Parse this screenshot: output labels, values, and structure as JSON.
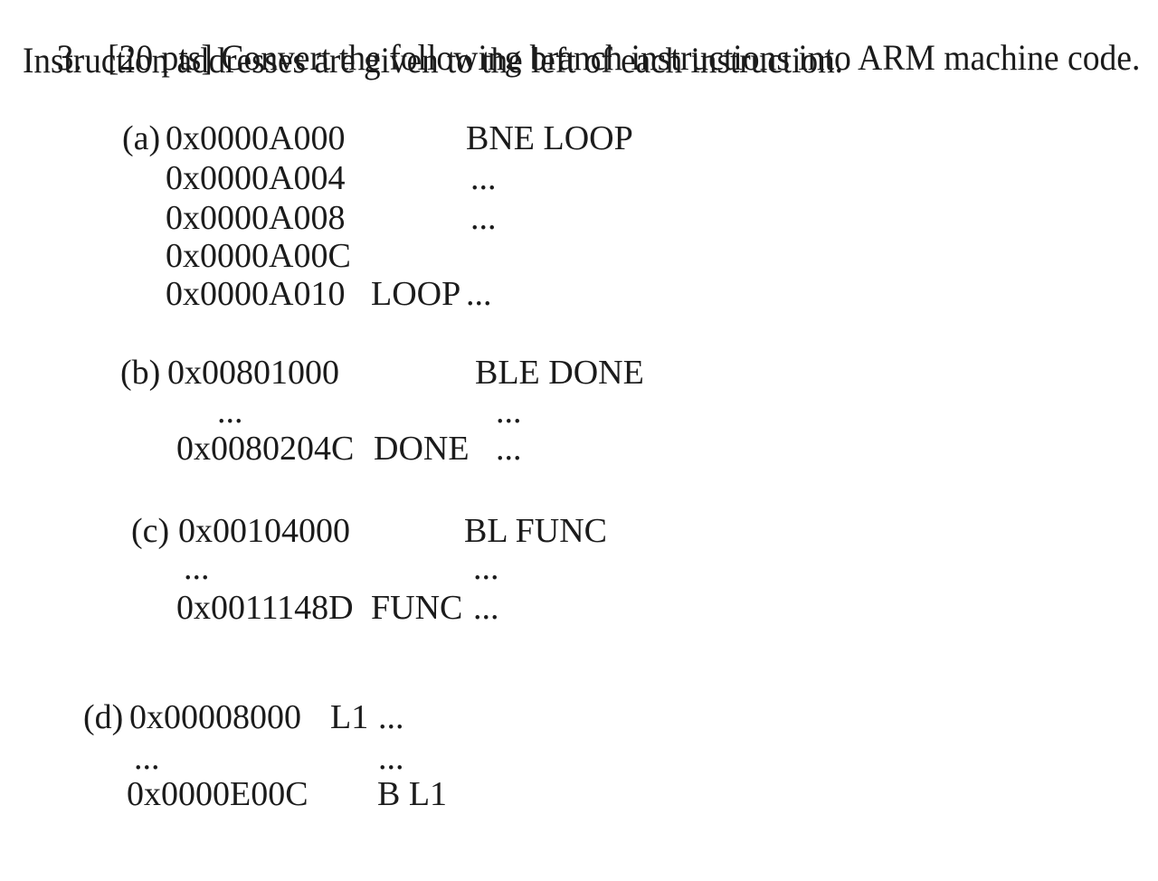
{
  "header": {
    "number": "3.",
    "line1": "[20 pts] Convert the following branch instructions into ARM machine code.",
    "line2": "Instruction addresses are given to the left of each instruction."
  },
  "parts": {
    "a": {
      "label": "(a)",
      "rows": {
        "r1": {
          "address": "0x0000A000",
          "code": "BNE LOOP"
        },
        "r2": {
          "address": "0x0000A004",
          "ellipsis": "..."
        },
        "r3": {
          "address": "0x0000A008",
          "ellipsis": "..."
        },
        "r4": {
          "address": "0x0000A00C"
        },
        "r5": {
          "address": "0x0000A010",
          "branch_label": "LOOP",
          "ellipsis": "..."
        }
      }
    },
    "b": {
      "label": "(b)",
      "rows": {
        "r1": {
          "address": "0x00801000",
          "code": "BLE DONE"
        },
        "r2": {
          "left_ellipsis": "...",
          "right_ellipsis": "..."
        },
        "r3": {
          "address": "0x0080204C",
          "branch_label": "DONE",
          "ellipsis": "..."
        }
      }
    },
    "c": {
      "label": "(c)",
      "rows": {
        "r1": {
          "address": "0x00104000",
          "code": "BL FUNC"
        },
        "r2": {
          "left_ellipsis": "...",
          "right_ellipsis": "..."
        },
        "r3": {
          "address": "0x0011148D",
          "branch_label": "FUNC",
          "ellipsis": "..."
        }
      }
    },
    "d": {
      "label": "(d)",
      "rows": {
        "r1": {
          "address": "0x00008000",
          "branch_label": "L1",
          "ellipsis": "..."
        },
        "r2": {
          "left_ellipsis": "...",
          "right_ellipsis": "..."
        },
        "r3": {
          "address": "0x0000E00C",
          "code": "B L1"
        }
      }
    }
  }
}
